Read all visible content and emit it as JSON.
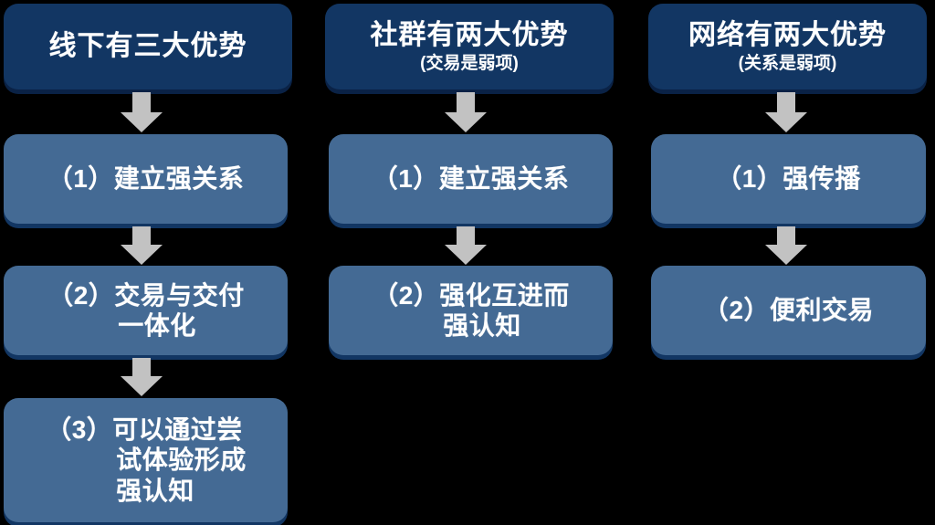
{
  "diagram": {
    "title": "线下、社群、网络三大优势对比流程图",
    "background_color": "#000000",
    "colors": {
      "header_box": "#123663",
      "header_box_shadow": "#0a2246",
      "body_box": "#446a94",
      "body_box_shadow": "#123663",
      "text": "#ffffff",
      "arrow": "#c2c2c2"
    },
    "columns": [
      {
        "id": "offline",
        "header": {
          "main": "线下有三大优势",
          "sub": ""
        },
        "steps": [
          {
            "number": "（1）",
            "lines": [
              "（1）建立强关系"
            ]
          },
          {
            "number": "（2）",
            "lines": [
              "（2）交易与交付",
              "一体化"
            ]
          },
          {
            "number": "（3）",
            "lines": [
              "（3）可以通过尝",
              "试体验形成",
              "强认知"
            ]
          }
        ]
      },
      {
        "id": "community",
        "header": {
          "main": "社群有两大优势",
          "sub": "(交易是弱项)"
        },
        "steps": [
          {
            "number": "（1）",
            "lines": [
              "（1）建立强关系"
            ]
          },
          {
            "number": "（2）",
            "lines": [
              "（2）强化互进而",
              "强认知"
            ]
          }
        ]
      },
      {
        "id": "network",
        "header": {
          "main": "网络有两大优势",
          "sub": "(关系是弱项)"
        },
        "steps": [
          {
            "number": "（1）",
            "lines": [
              "（1）强传播"
            ]
          },
          {
            "number": "（2）",
            "lines": [
              "（2）便利交易"
            ]
          }
        ]
      }
    ],
    "arrows": [
      {
        "name": "arrow-offline-header-to-step1"
      },
      {
        "name": "arrow-offline-step1-to-step2"
      },
      {
        "name": "arrow-offline-step2-to-step3"
      },
      {
        "name": "arrow-community-header-to-step1"
      },
      {
        "name": "arrow-community-step1-to-step2"
      },
      {
        "name": "arrow-network-header-to-step1"
      },
      {
        "name": "arrow-network-step1-to-step2"
      }
    ]
  }
}
